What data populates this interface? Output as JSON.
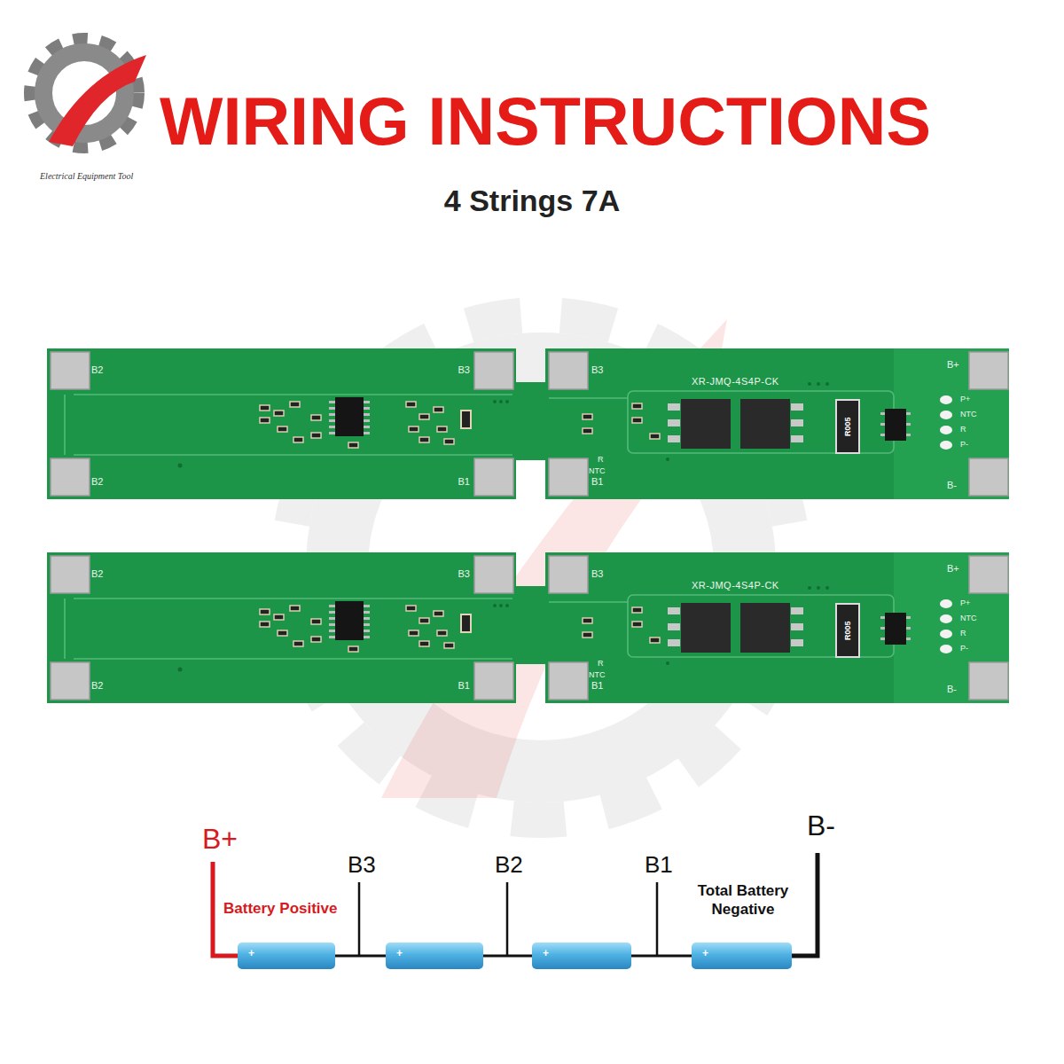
{
  "diagram": {
    "title": "WIRING INSTRUCTIONS",
    "nodes": [
      {
        "text": [
          "B2",
          "B3",
          "B3",
          "B+",
          "XR-JMQ-4S4P-CK",
          "R",
          "NTC",
          "P+",
          "NTC",
          "R",
          "P-",
          "R005",
          "B2",
          "B1",
          "B1",
          "B-"
        ]
      },
      {
        "text": [
          "B2",
          "B3",
          "B3",
          "B+",
          "XR-JMQ-4S4P-CK",
          "R",
          "NTC",
          "P+",
          "NTC",
          "R",
          "P-",
          "R005",
          "B2",
          "B1",
          "B1",
          "B-"
        ]
      }
    ],
    "labels": [
      "Electrical Equipment Tool",
      "4 Strings 7A",
      "B+",
      "Battery Positive",
      "B3",
      "B2",
      "B1",
      "Total Battery Negative",
      "B-",
      "+",
      "+",
      "+",
      "+"
    ]
  }
}
